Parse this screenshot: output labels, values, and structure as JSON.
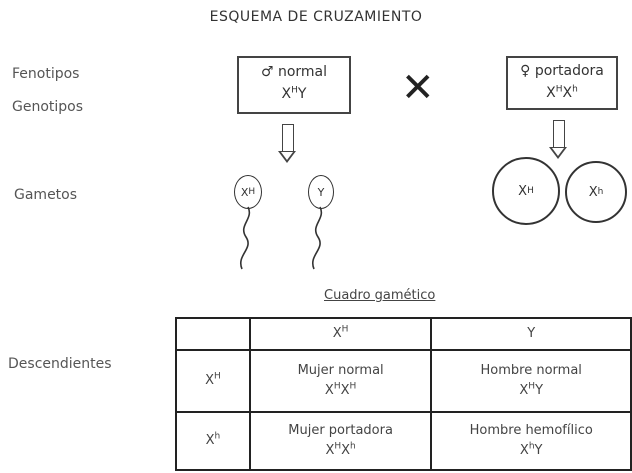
{
  "title": "ESQUEMA DE CRUZAMIENTO",
  "labels": {
    "phenotypes": "Fenotipos",
    "genotypes": "Genotipos",
    "gametes": "Gametos",
    "offspring": "Descendientes"
  },
  "male": {
    "symbol": "♂",
    "phenotype": "normal",
    "genotype_base": "X",
    "genotype_sup": "H",
    "genotype_rest": "Y"
  },
  "female": {
    "symbol": "♀",
    "phenotype": "portadora",
    "genotype": [
      "X",
      "H",
      "X",
      "h"
    ]
  },
  "cross_symbol": "✕",
  "male_gametes": [
    {
      "base": "X",
      "sup": "H"
    },
    {
      "base": "Y",
      "sup": ""
    }
  ],
  "female_gametes": [
    {
      "base": "X",
      "sup": "H"
    },
    {
      "base": "X",
      "sup": "h"
    }
  ],
  "punnett": {
    "title": "Cuadro gamético",
    "col_headers": [
      {
        "base": "X",
        "sup": "H"
      },
      {
        "base": "Y",
        "sup": ""
      }
    ],
    "rows": [
      {
        "header": {
          "base": "X",
          "sup": "H"
        },
        "cells": [
          {
            "label": "Mujer normal",
            "genotype": [
              "X",
              "H",
              "X",
              "H"
            ]
          },
          {
            "label": "Hombre normal",
            "genotype": [
              "X",
              "H",
              "Y",
              ""
            ]
          }
        ]
      },
      {
        "header": {
          "base": "X",
          "sup": "h"
        },
        "cells": [
          {
            "label": "Mujer portadora",
            "genotype": [
              "X",
              "H",
              "X",
              "h"
            ]
          },
          {
            "label": "Hombre hemofílico",
            "genotype": [
              "X",
              "h",
              "Y",
              ""
            ]
          }
        ]
      }
    ]
  }
}
